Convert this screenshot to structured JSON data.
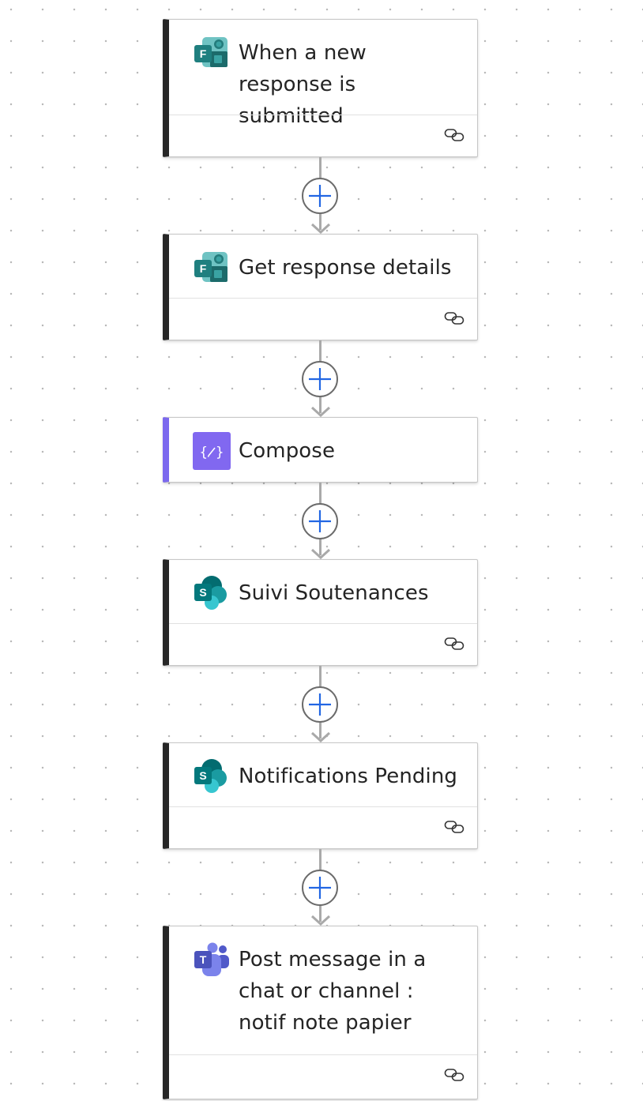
{
  "flow": {
    "steps": [
      {
        "title": "When a new response is submitted",
        "connector": "forms",
        "icon": "microsoft-forms-icon",
        "has_link": true
      },
      {
        "title": "Get response details",
        "connector": "forms",
        "icon": "microsoft-forms-icon",
        "has_link": true
      },
      {
        "title": "Compose",
        "connector": "data-operation",
        "icon": "compose-icon",
        "has_link": false
      },
      {
        "title": "Suivi Soutenances",
        "connector": "sharepoint",
        "icon": "sharepoint-icon",
        "has_link": true
      },
      {
        "title": "Notifications Pending",
        "connector": "sharepoint",
        "icon": "sharepoint-icon",
        "has_link": true
      },
      {
        "title": "Post message in a chat or channel : notif note papier",
        "connector": "teams",
        "icon": "microsoft-teams-icon",
        "has_link": true
      }
    ],
    "add_step_icon": "plus-icon",
    "link_icon": "connection-link-icon"
  },
  "colors": {
    "card_accent": "#262626",
    "compose_accent": "#7b68ee",
    "plus": "#2266e3",
    "connector_line": "#a9a9a9"
  }
}
